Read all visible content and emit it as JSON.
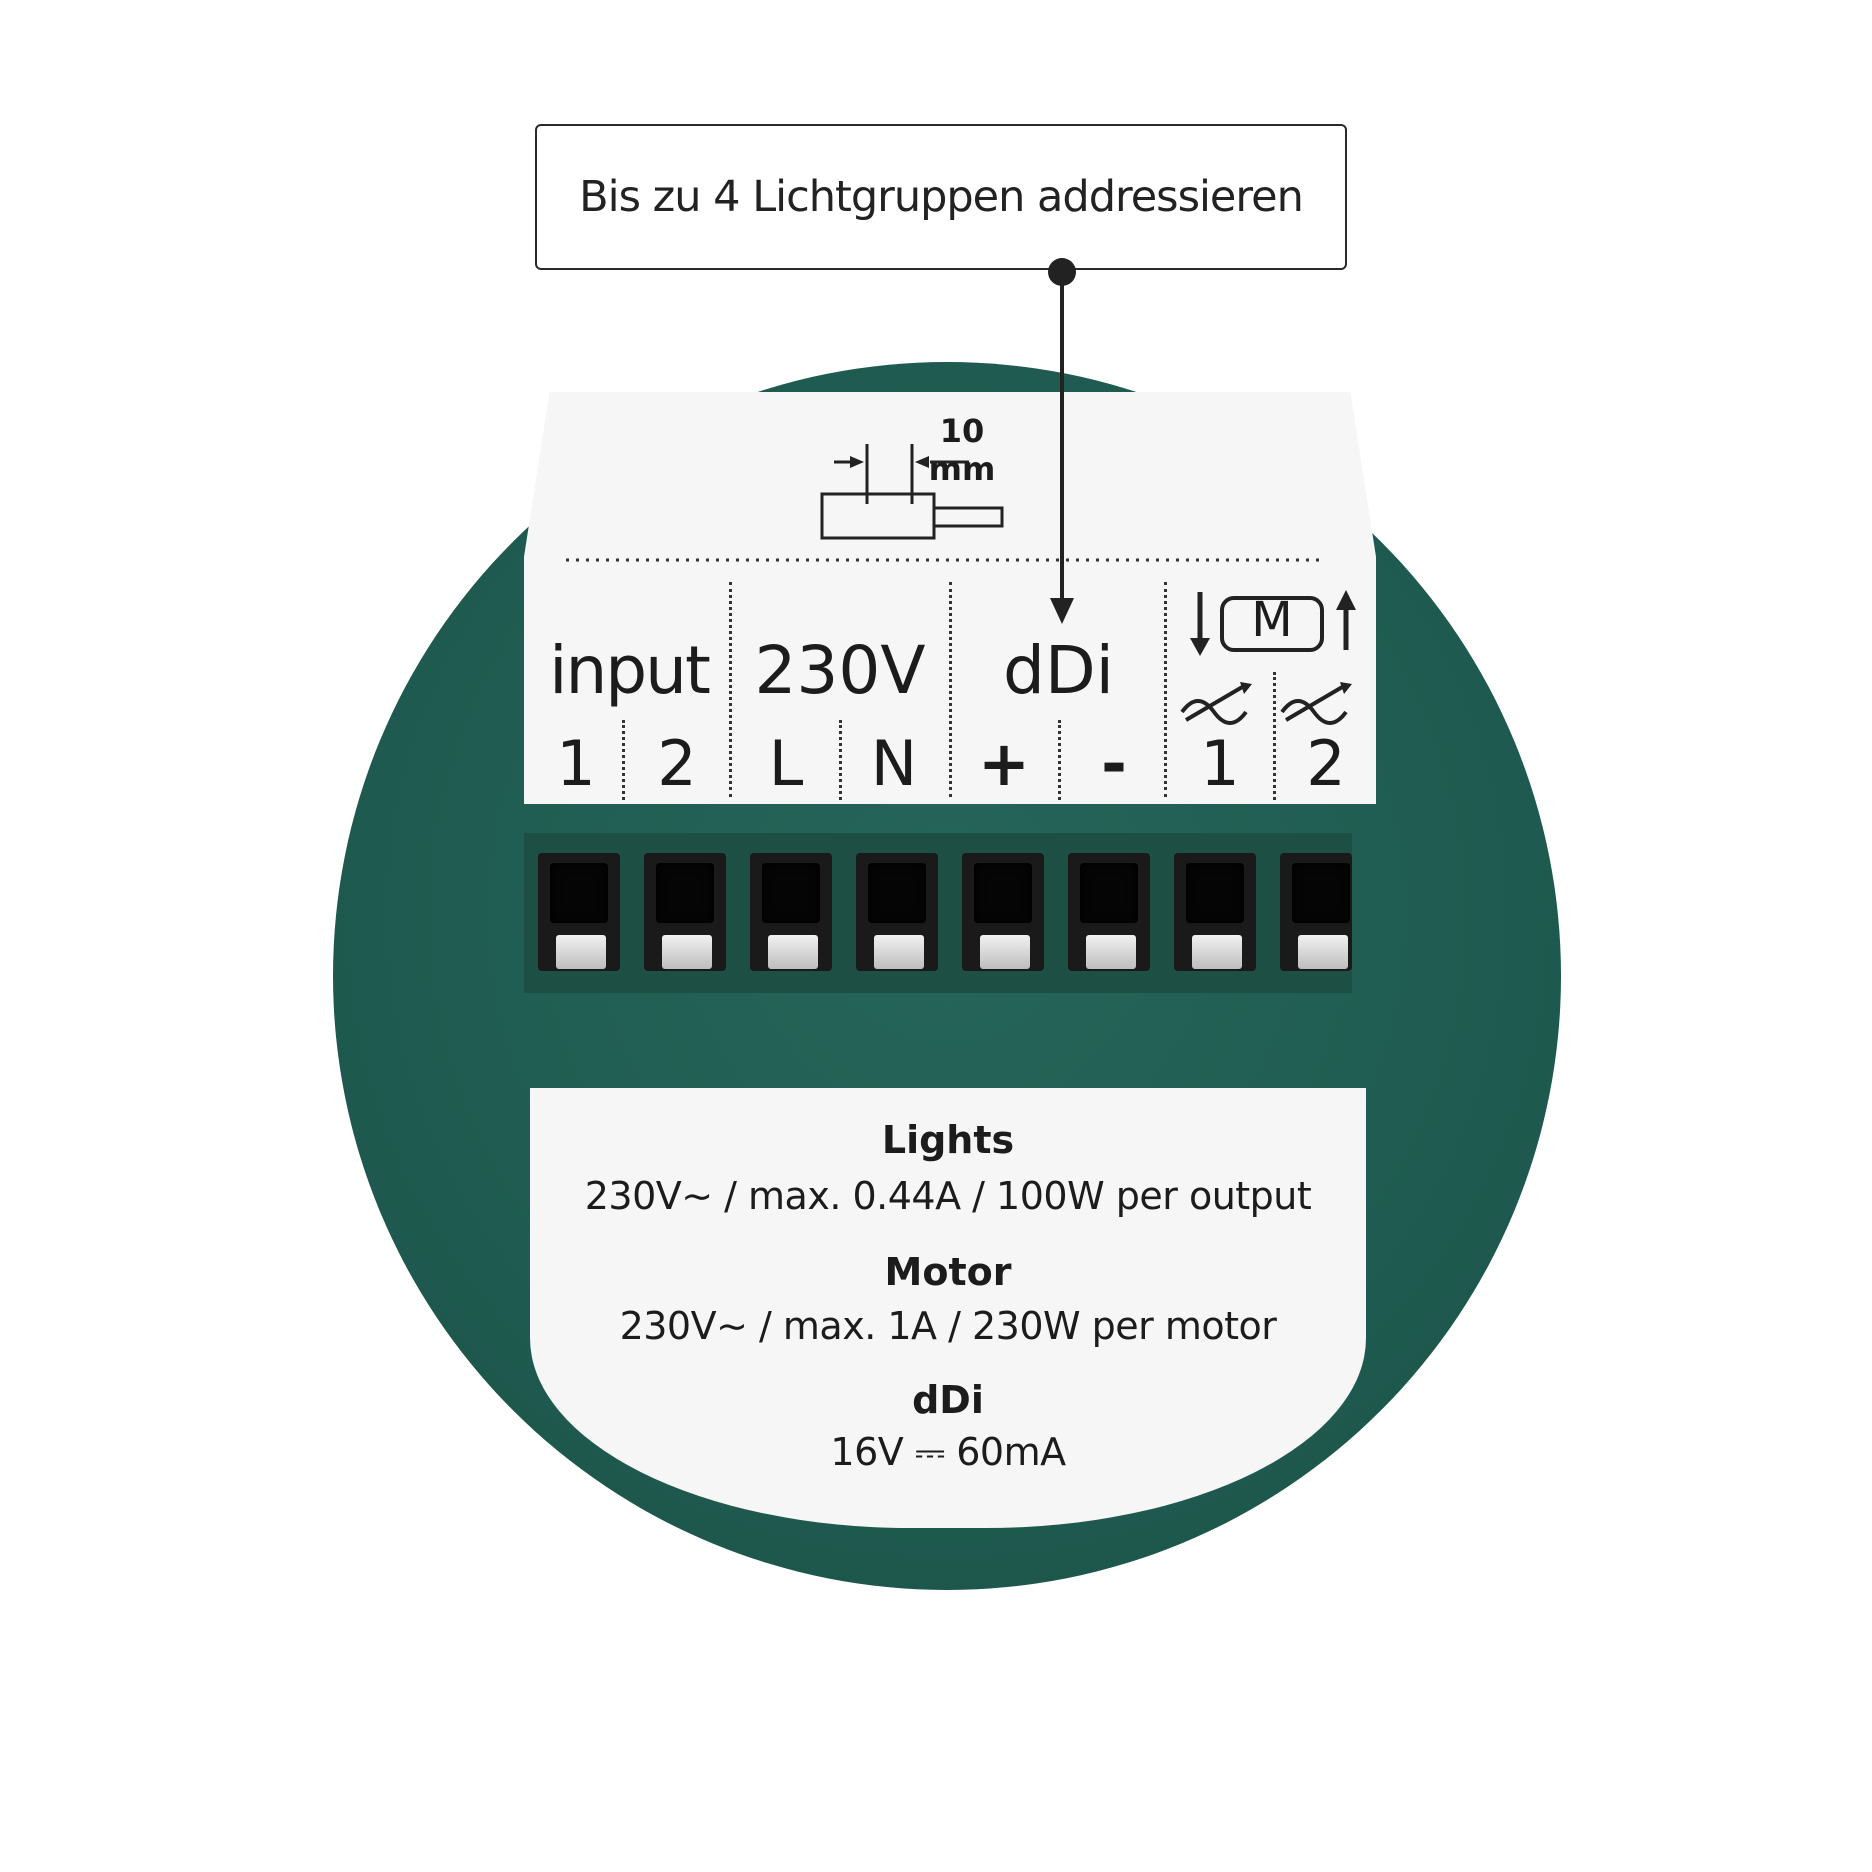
{
  "callout": {
    "text": "Bis zu 4 Lichtgruppen addressieren"
  },
  "strip_length": "10 mm",
  "terminal_groups": [
    {
      "label": "input",
      "terminals": [
        "1",
        "2"
      ]
    },
    {
      "label": "230V",
      "terminals": [
        "L",
        "N"
      ]
    },
    {
      "label": "dDi",
      "terminals": [
        "+",
        "-"
      ]
    },
    {
      "label": "M",
      "terminals": [
        "1",
        "2"
      ]
    }
  ],
  "specs": [
    {
      "heading": "Lights",
      "value": "230V∼ / max. 0.44A / 100W per output"
    },
    {
      "heading": "Motor",
      "value": "230V∼ / max. 1A / 230W per motor"
    },
    {
      "heading": "dDi",
      "value": "16V ⎓ 60mA"
    }
  ],
  "colors": {
    "housing": "#1f5b50",
    "label": "#f5f6f5",
    "terminal": "#1a1a1a",
    "lever": "#e6e6e6"
  }
}
